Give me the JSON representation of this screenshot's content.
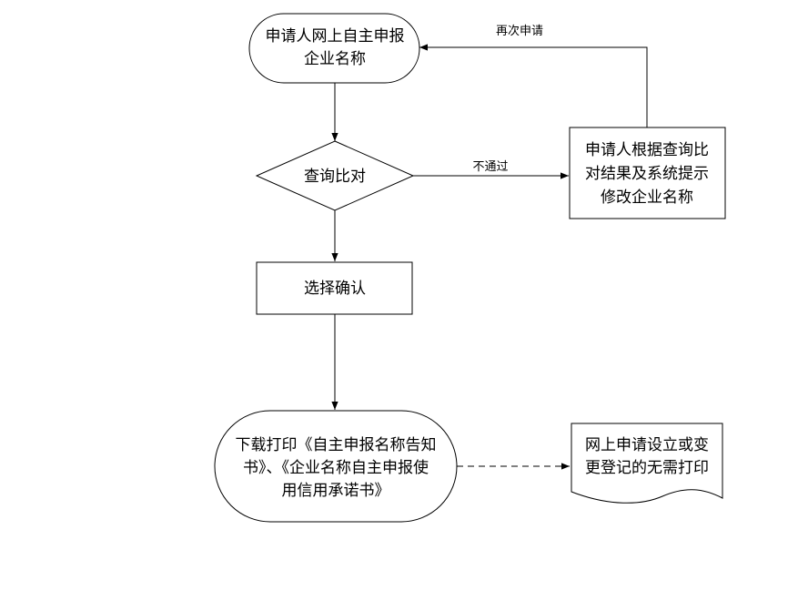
{
  "nodes": {
    "start": {
      "lines": [
        "申请人网上自主申报",
        "企业名称"
      ]
    },
    "query": {
      "lines": [
        "查询比对"
      ]
    },
    "modify": {
      "lines": [
        "申请人根据查询比",
        "对结果及系统提示",
        "修改企业名称"
      ]
    },
    "confirm": {
      "lines": [
        "选择确认"
      ]
    },
    "download": {
      "lines": [
        "下载打印《自主申报名称告知",
        "书》、《企业名称自主申报使",
        "用信用承诺书》"
      ]
    },
    "note": {
      "lines": [
        "网上申请设立或变",
        "更登记的无需打印"
      ]
    }
  },
  "edges": {
    "reapply": "再次申请",
    "fail": "不通过"
  }
}
